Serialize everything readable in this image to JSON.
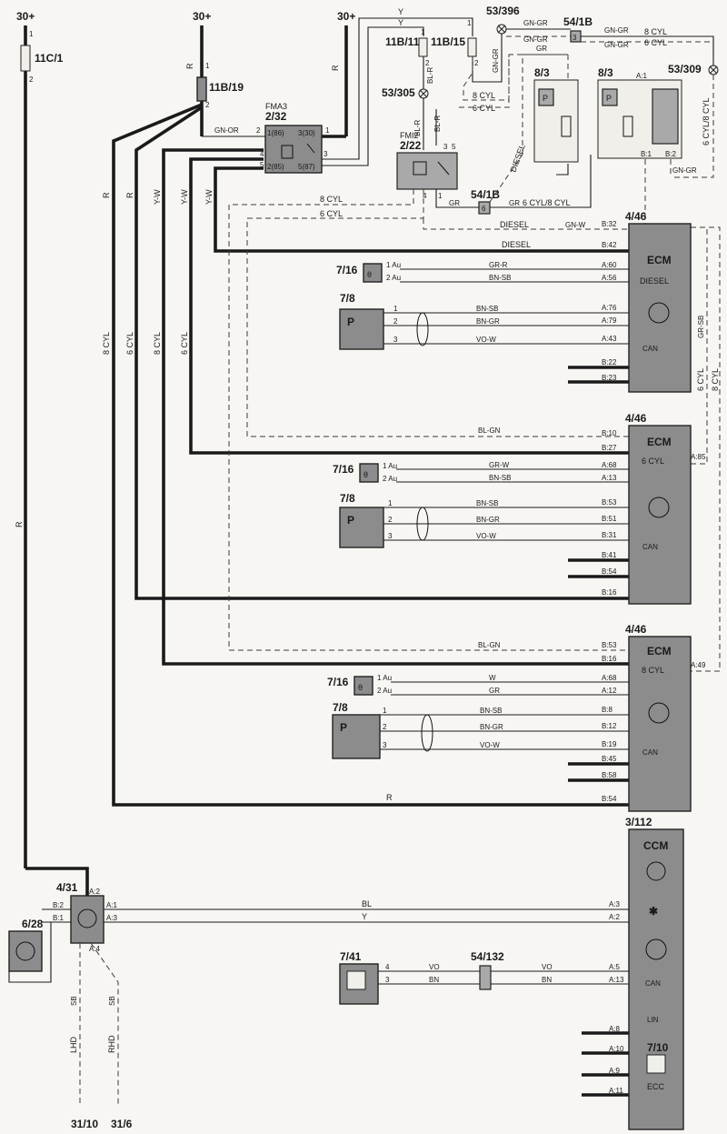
{
  "power_labels": [
    "30+",
    "30+",
    "30+"
  ],
  "fuses": {
    "f1": "11C/1",
    "f2": "11B/19",
    "f3": "11B/11",
    "f4": "11B/15"
  },
  "components": {
    "fma3_name": "FMA3",
    "fma3_id": "2/32",
    "fma3_p1": "1(86)",
    "fma3_p3": "3(30)",
    "fma3_p2": "2(85)",
    "fma3_p5": "5(87)",
    "fmi2_name": "FMI2",
    "fmi2_id": "2/22",
    "c53_396": "53/396",
    "c53_305": "53/305",
    "c53_309": "53/309",
    "c54_1b_top": "54/1B",
    "c54_1b_mid": "54/1B",
    "c8_3_a": "8/3",
    "c8_3_b": "8/3",
    "ecm_id": "4/46",
    "ecm_label": "ECM",
    "ecm_diesel": "DIESEL",
    "ecm_6cyl": "6 CYL",
    "ecm_8cyl": "8 CYL",
    "c7_16": "7/16",
    "c7_8": "7/8",
    "ccm_id": "3/112",
    "ccm_label": "CCM",
    "c4_31": "4/31",
    "c6_28": "6/28",
    "c7_41": "7/41",
    "c54_132": "54/132",
    "c7_10": "7/10",
    "ecc": "ECC",
    "ground_lhd": "31/10",
    "ground_rhd": "31/6",
    "lhd": "LHD",
    "rhd": "RHD"
  },
  "wire_colors": {
    "r": "R",
    "y": "Y",
    "gn_or": "GN-OR",
    "gn_gr": "GN-GR",
    "bl_r": "BL-R",
    "gr": "GR",
    "diesel": "DIESEL",
    "gn_w": "GN-W",
    "y_w": "Y-W",
    "gr_r": "GR-R",
    "bn_sb": "BN-SB",
    "bn_gr": "BN-GR",
    "vo_w": "VO-W",
    "bl_gn": "BL-GN",
    "gr_w": "GR-W",
    "w": "W",
    "gr_sb": "GR-SB",
    "bl": "BL",
    "vo": "VO",
    "bn": "BN",
    "sb": "SB",
    "cyl8": "8 CYL",
    "cyl6": "6 CYL",
    "cyl68": "6 CYL/8 CYL"
  },
  "pins": {
    "b32": "B:32",
    "b42": "B:42",
    "a60": "A:60",
    "a56": "A:56",
    "a76": "A:76",
    "a79": "A:79",
    "a43": "A:43",
    "b22": "B:22",
    "b23": "B:23",
    "b10": "B:10",
    "b27": "B:27",
    "a68": "A:68",
    "a13": "A:13",
    "b53": "B:53",
    "b51": "B:51",
    "b31": "B:31",
    "b41": "B:41",
    "b54": "B:54",
    "b16": "B:16",
    "a85": "A:85",
    "b53b": "B:53",
    "b16b": "B:16",
    "a68b": "A:68",
    "a12": "A:12",
    "b8": "B:8",
    "b12": "B:12",
    "b19": "B:19",
    "b45": "B:45",
    "b58": "B:58",
    "b54b": "B:54",
    "a49": "A:49",
    "a3": "A:3",
    "a2": "A:2",
    "a5": "A:5",
    "a13b": "A:13",
    "a8": "A:8",
    "a10": "A:10",
    "a9": "A:9",
    "a11": "A:11",
    "a2_431": "A:2",
    "b2_431": "B:2",
    "b1_431": "B:1",
    "a1_431": "A:1",
    "a3_431": "A:3",
    "a4_431": "A:4",
    "a1_83": "A:1",
    "b1_83": "B:1",
    "b2_83": "B:2",
    "au1": "1 Au",
    "au2": "2 Au"
  },
  "icons": [
    "temperature-sensor-icon",
    "pressure-sensor-icon",
    "fan-icon",
    "motor-icon",
    "relay-icon",
    "can-bus-icon",
    "lin-bus-icon",
    "control-unit-icon",
    "ac-icon"
  ]
}
